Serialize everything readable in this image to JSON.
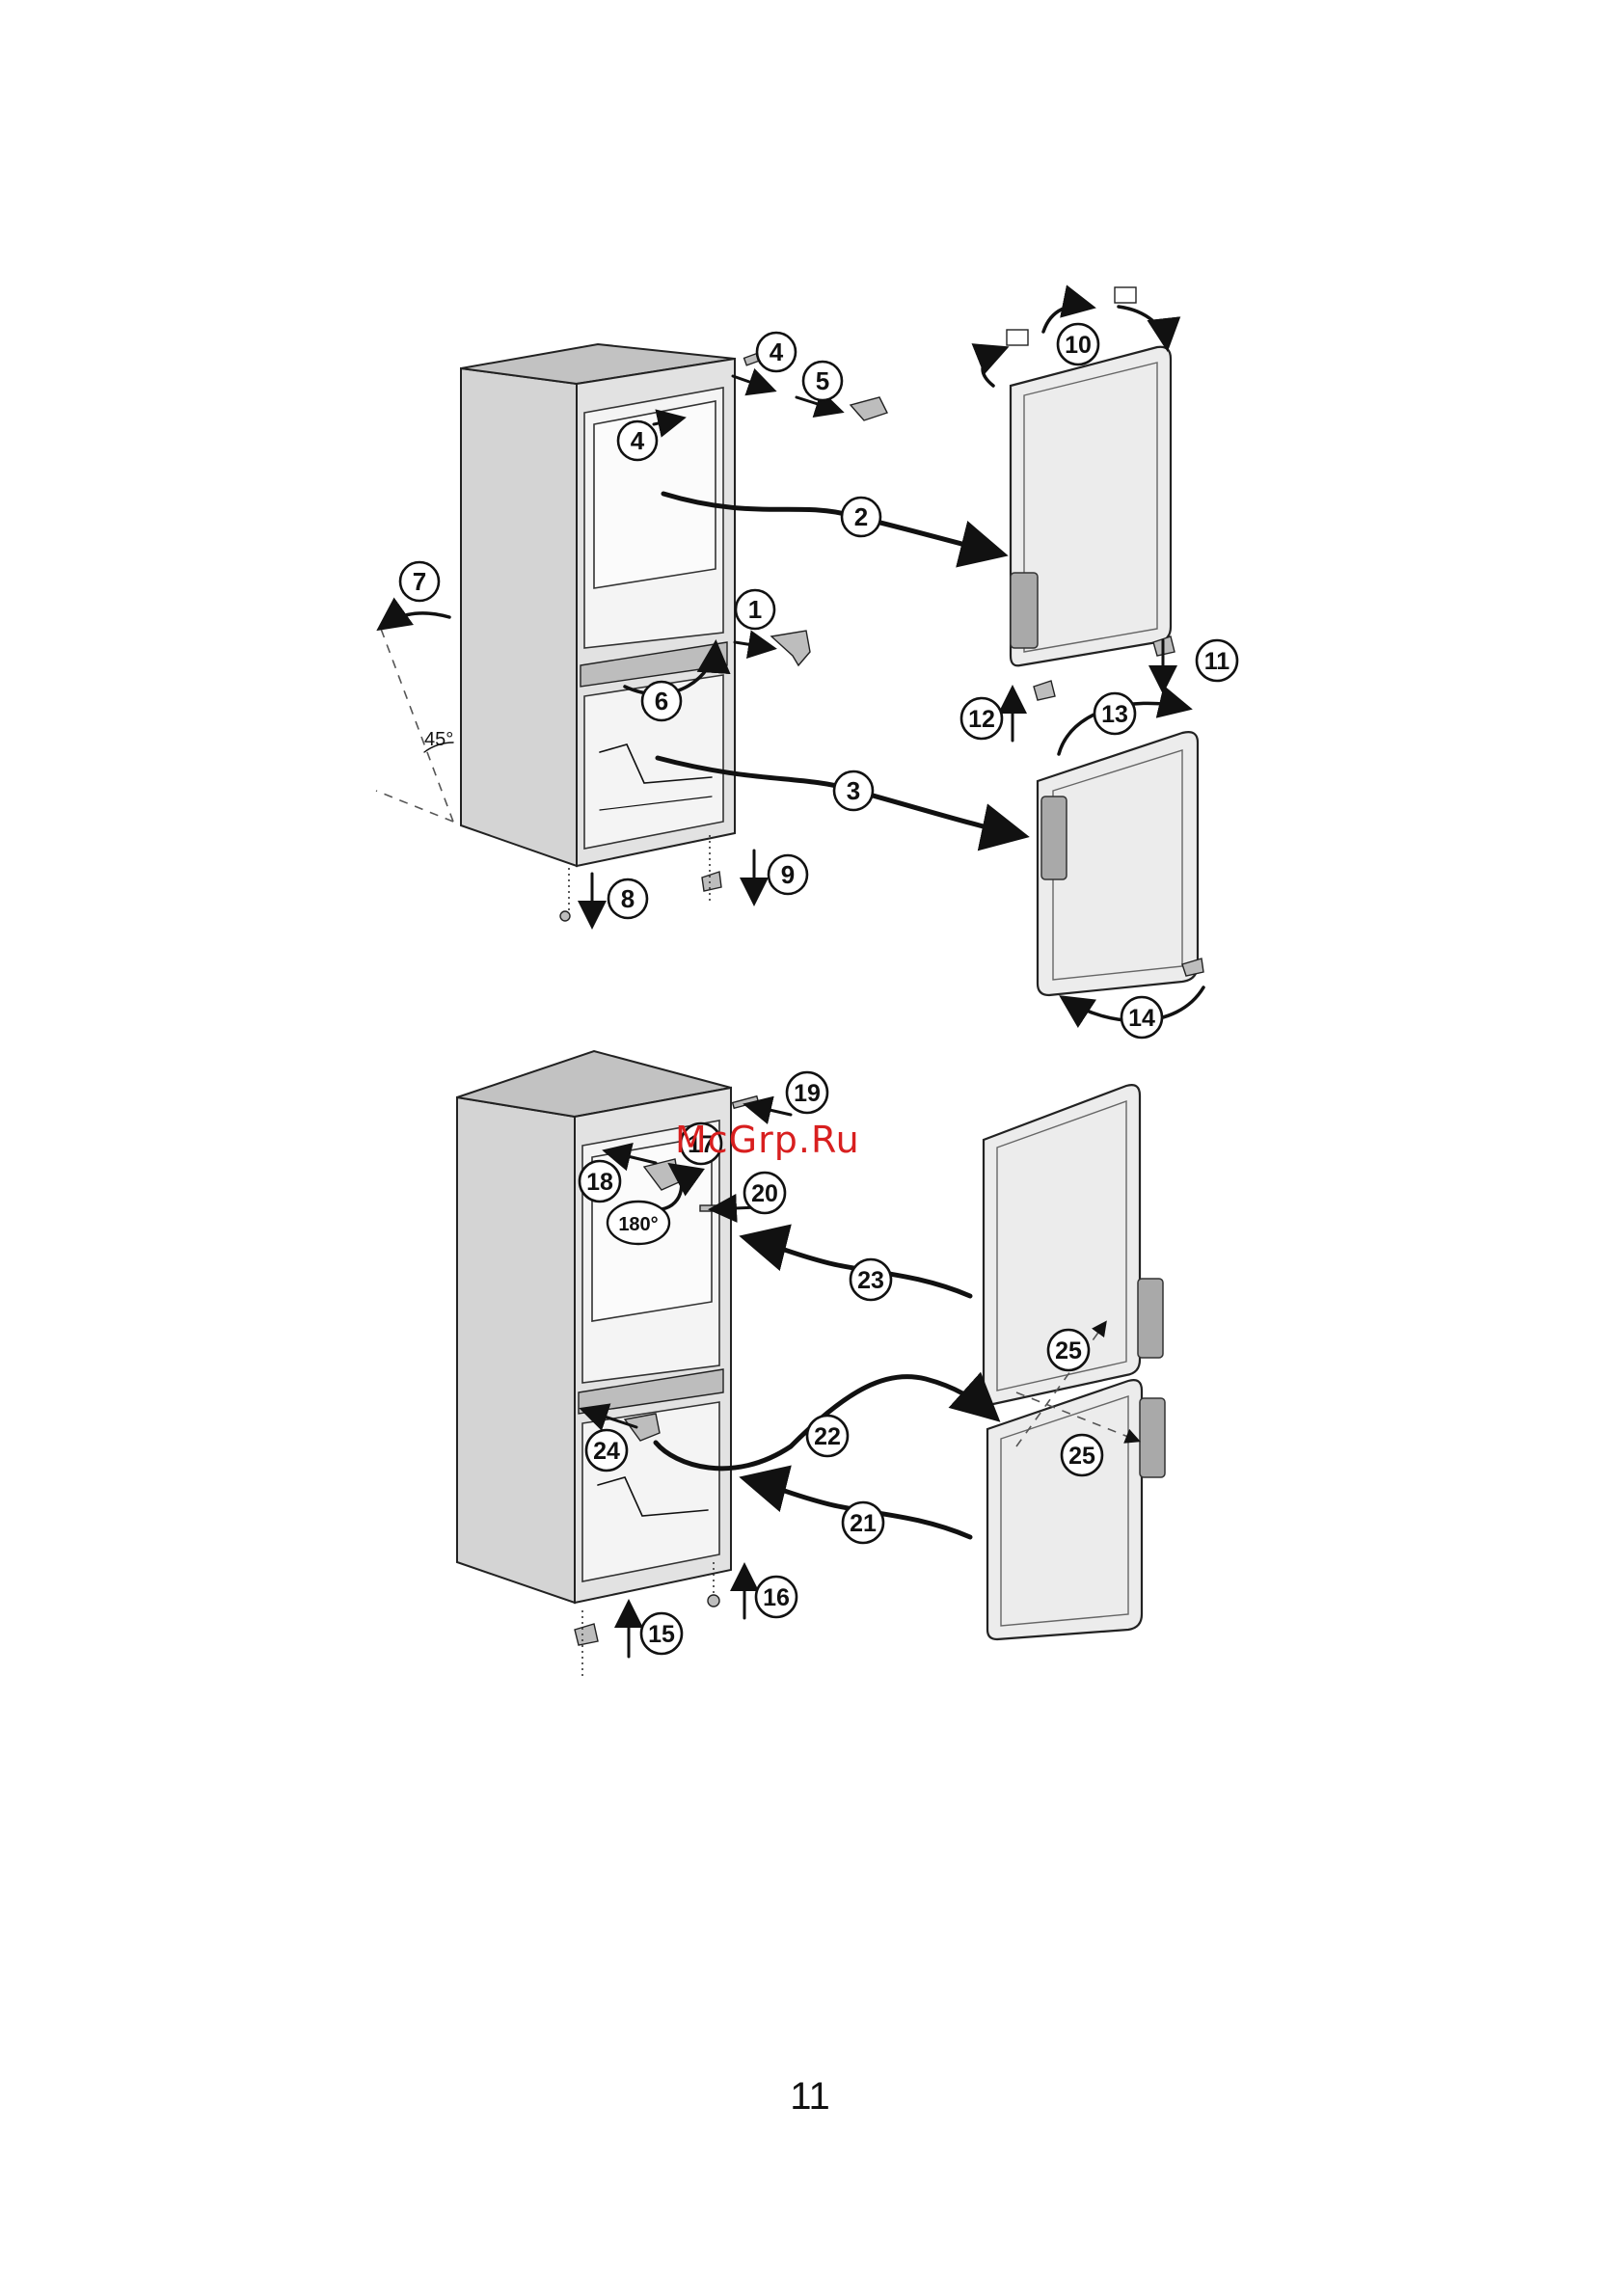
{
  "document": {
    "page_number": "11",
    "watermark": "McGrp.Ru"
  },
  "figure_top": {
    "callouts": [
      "1",
      "2",
      "3",
      "4",
      "4",
      "5",
      "6",
      "7",
      "8",
      "9",
      "10",
      "11",
      "12",
      "13",
      "14"
    ],
    "angle_label": "45°"
  },
  "figure_bottom": {
    "callouts": [
      "15",
      "16",
      "17",
      "18",
      "19",
      "20",
      "21",
      "22",
      "23",
      "24",
      "25",
      "25"
    ],
    "rotation_label": "180°"
  }
}
